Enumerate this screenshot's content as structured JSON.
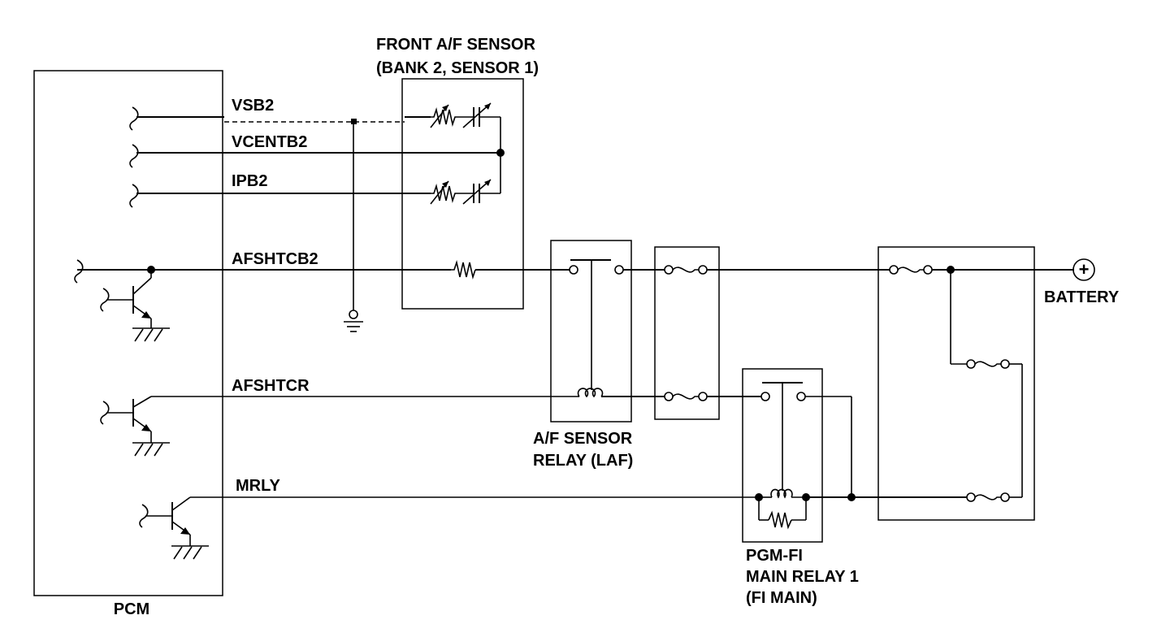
{
  "labels": {
    "sensor_title_1": "FRONT A/F SENSOR",
    "sensor_title_2": "(BANK 2, SENSOR 1)",
    "pcm": "PCM",
    "battery": "BATTERY",
    "af_relay_1": "A/F SENSOR",
    "af_relay_2": "RELAY (LAF)",
    "main_relay_1": "PGM-FI",
    "main_relay_2": "MAIN RELAY 1",
    "main_relay_3": "(FI MAIN)"
  },
  "wires": {
    "vsb2": "VSB2",
    "vcentb2": "VCENTB2",
    "ipb2": "IPB2",
    "afshtcb2": "AFSHTCB2",
    "afshtcr": "AFSHTCR",
    "mrly": "MRLY"
  },
  "symbols": {
    "battery_terminal": "+"
  },
  "icons": [
    "ground-icon",
    "transistor-icon",
    "fuse-icon",
    "relay-coil-icon",
    "resistor-icon",
    "variable-resistor-icon",
    "variable-capacitor-icon",
    "connector-icon"
  ]
}
